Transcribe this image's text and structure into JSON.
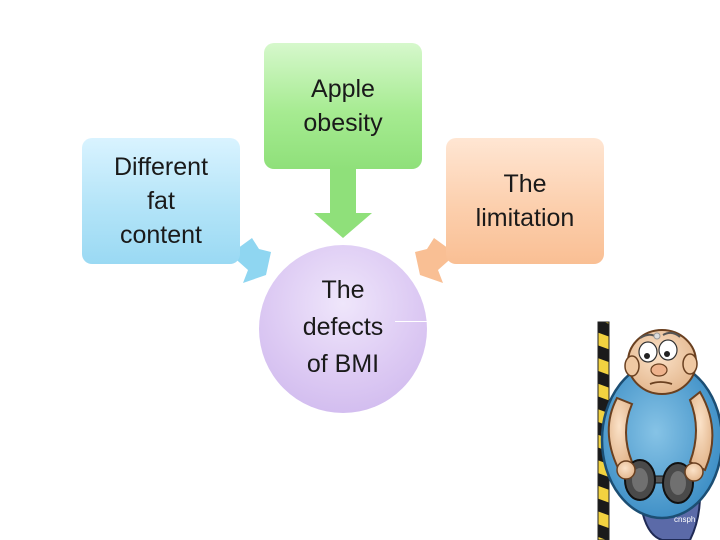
{
  "diagram": {
    "top_box": {
      "label": "Apple\nobesity",
      "color": "#a6eb91"
    },
    "left_box": {
      "label": "Different\nfat\ncontent",
      "color": "#b3e4f8"
    },
    "right_box": {
      "label": "The\nlimitation",
      "color": "#fccfad"
    },
    "center": {
      "label": "The\ndefects\nof BMI",
      "color": "#dcc9f3"
    },
    "watermark": "cnsph"
  }
}
